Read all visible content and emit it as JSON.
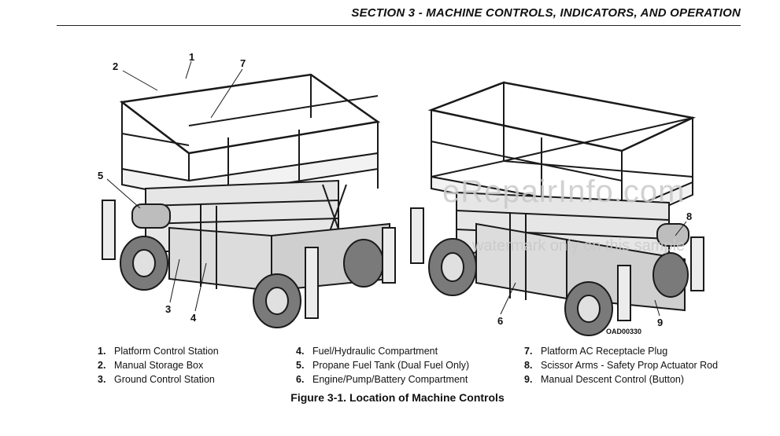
{
  "header": {
    "title": "SECTION 3 - MACHINE CONTROLS, INDICATORS, AND OPERATION"
  },
  "figure": {
    "callouts": [
      "1",
      "2",
      "3",
      "4",
      "5",
      "6",
      "7",
      "8",
      "9"
    ],
    "image_code": "OAD00330"
  },
  "watermark": {
    "line1": "eRepairInfo.com",
    "line2": "watermark only on this sample"
  },
  "legend": [
    {
      "num": "1.",
      "text": "Platform Control Station"
    },
    {
      "num": "2.",
      "text": "Manual Storage Box"
    },
    {
      "num": "3.",
      "text": "Ground Control Station"
    },
    {
      "num": "4.",
      "text": "Fuel/Hydraulic Compartment"
    },
    {
      "num": "5.",
      "text": "Propane Fuel Tank (Dual Fuel Only)"
    },
    {
      "num": "6.",
      "text": "Engine/Pump/Battery Compartment"
    },
    {
      "num": "7.",
      "text": "Platform AC Receptacle Plug"
    },
    {
      "num": "8.",
      "text": "Scissor Arms - Safety Prop Actuator Rod"
    },
    {
      "num": "9.",
      "text": "Manual Descent Control (Button)"
    }
  ],
  "caption": "Figure 3-1. Location of Machine Controls"
}
